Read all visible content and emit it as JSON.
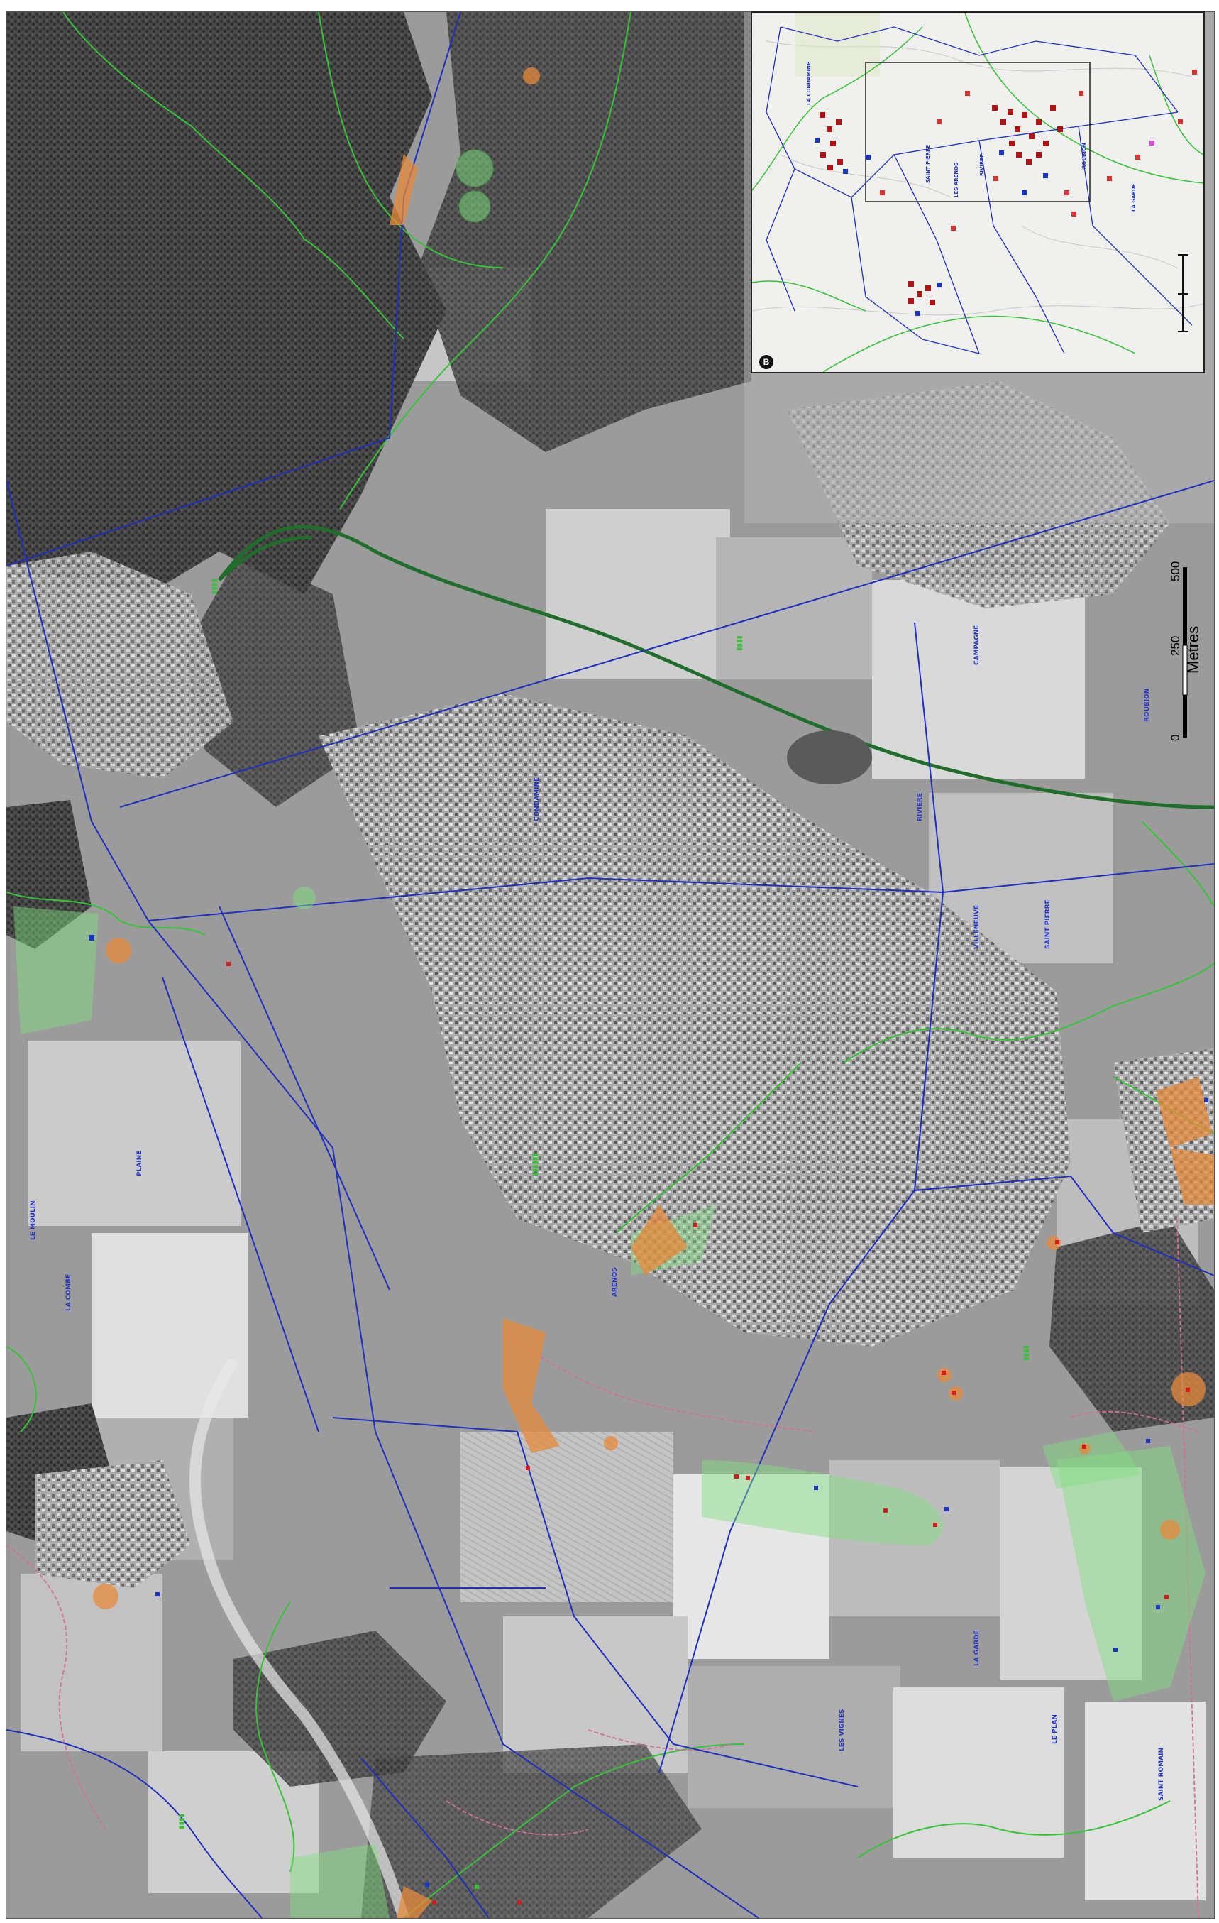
{
  "map": {
    "scale_bar": {
      "ticks": [
        "0",
        "250",
        "500"
      ],
      "unit": "Metres"
    },
    "inset": {
      "letter": "B"
    },
    "zone_labels": [
      "CONDAMINE",
      "PLAINE",
      "ARENOS",
      "RIVIERE",
      "CAMPAGNE",
      "ROUBION",
      "LE MOULIN",
      "LA COMBE",
      "VILLENEUVE",
      "SAINT PIERRE",
      "LES VIGNES",
      "LA GARDE",
      "LE PLAN",
      "SAINT ROMAIN"
    ],
    "inset_labels": [
      "LA CONDAMINE",
      "SAINT PIERRE",
      "LES ARENOS",
      "RIVIERE",
      "ROUBION",
      "LA GARDE"
    ],
    "colors": {
      "boundary_blue": "#1f2fbf",
      "contour_green": "#35c435",
      "river_green": "#1f6e2a",
      "hazard_orange": "#e88a3a",
      "site_red": "#d81b1b",
      "site_blue": "#1b34c8",
      "path_pink": "#d0709a",
      "buffer_green": "#7fe07f"
    }
  }
}
